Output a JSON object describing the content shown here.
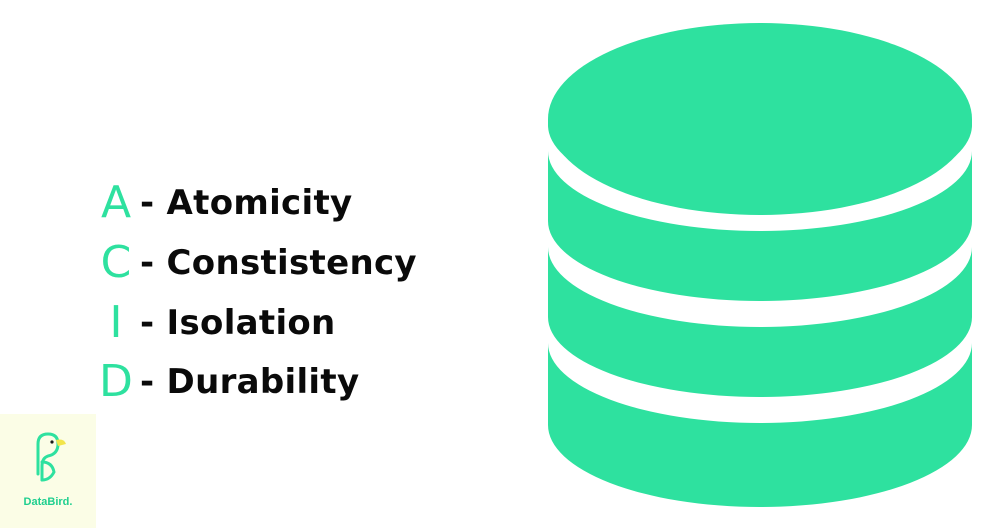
{
  "acid": [
    {
      "letter": "A",
      "term": "- Atomicity"
    },
    {
      "letter": "C",
      "term": "- Constistency"
    },
    {
      "letter": "I",
      "term": "- Isolation"
    },
    {
      "letter": "D",
      "term": "- Durability"
    }
  ],
  "logo": {
    "text": "DataBird."
  },
  "colors": {
    "accent": "#2ee19f",
    "text": "#0a0a0a",
    "logo_bg": "#fbfde6"
  },
  "icons": {
    "illustration": "database-cylinder-icon",
    "logo": "databird-bird-icon"
  }
}
